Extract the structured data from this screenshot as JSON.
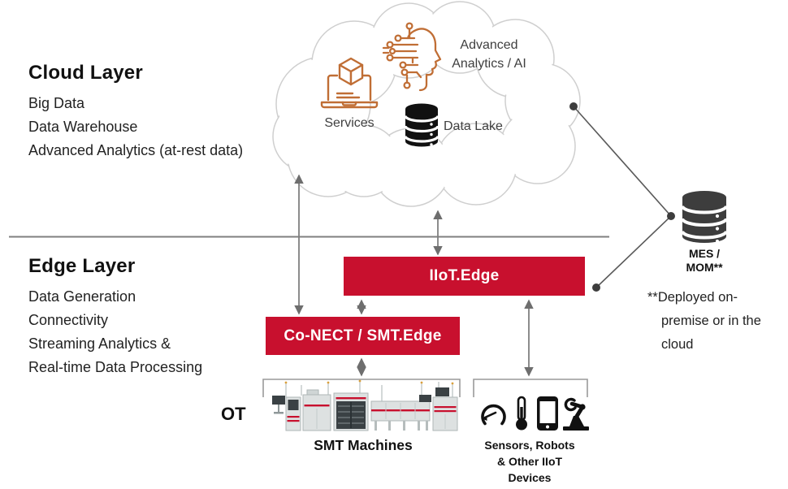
{
  "colors": {
    "accent_red": "#C8102E",
    "icon_orange": "#C06E35",
    "line_gray": "#7f7f7f",
    "db_dark": "#3d3d3d",
    "cloud_outline": "#cfcfcf"
  },
  "cloud_layer": {
    "title": "Cloud Layer",
    "items": [
      "Big Data",
      "Data Warehouse",
      "Advanced Analytics (at-rest data)"
    ]
  },
  "edge_layer": {
    "title": "Edge Layer",
    "items": [
      "Data Generation",
      "Connectivity",
      "Streaming Analytics &",
      "Real-time Data Processing"
    ]
  },
  "cloud": {
    "services_label": "Services",
    "analytics_line1": "Advanced",
    "analytics_line2": "Analytics / AI",
    "data_lake_label": "Data Lake"
  },
  "edge_boxes": {
    "iiot_edge": "IIoT.Edge",
    "conect": "Co-NECT / SMT.Edge"
  },
  "ot_label": "OT",
  "smt_machines_label": "SMT Machines",
  "sensors": {
    "line1": "Sensors, Robots",
    "line2": "& Other IIoT",
    "line3": "Devices"
  },
  "mes": {
    "line1": "MES /",
    "line2": "MOM**"
  },
  "footnote": {
    "line1": "**Deployed on-",
    "line2": "premise or in the",
    "line3": "cloud"
  }
}
